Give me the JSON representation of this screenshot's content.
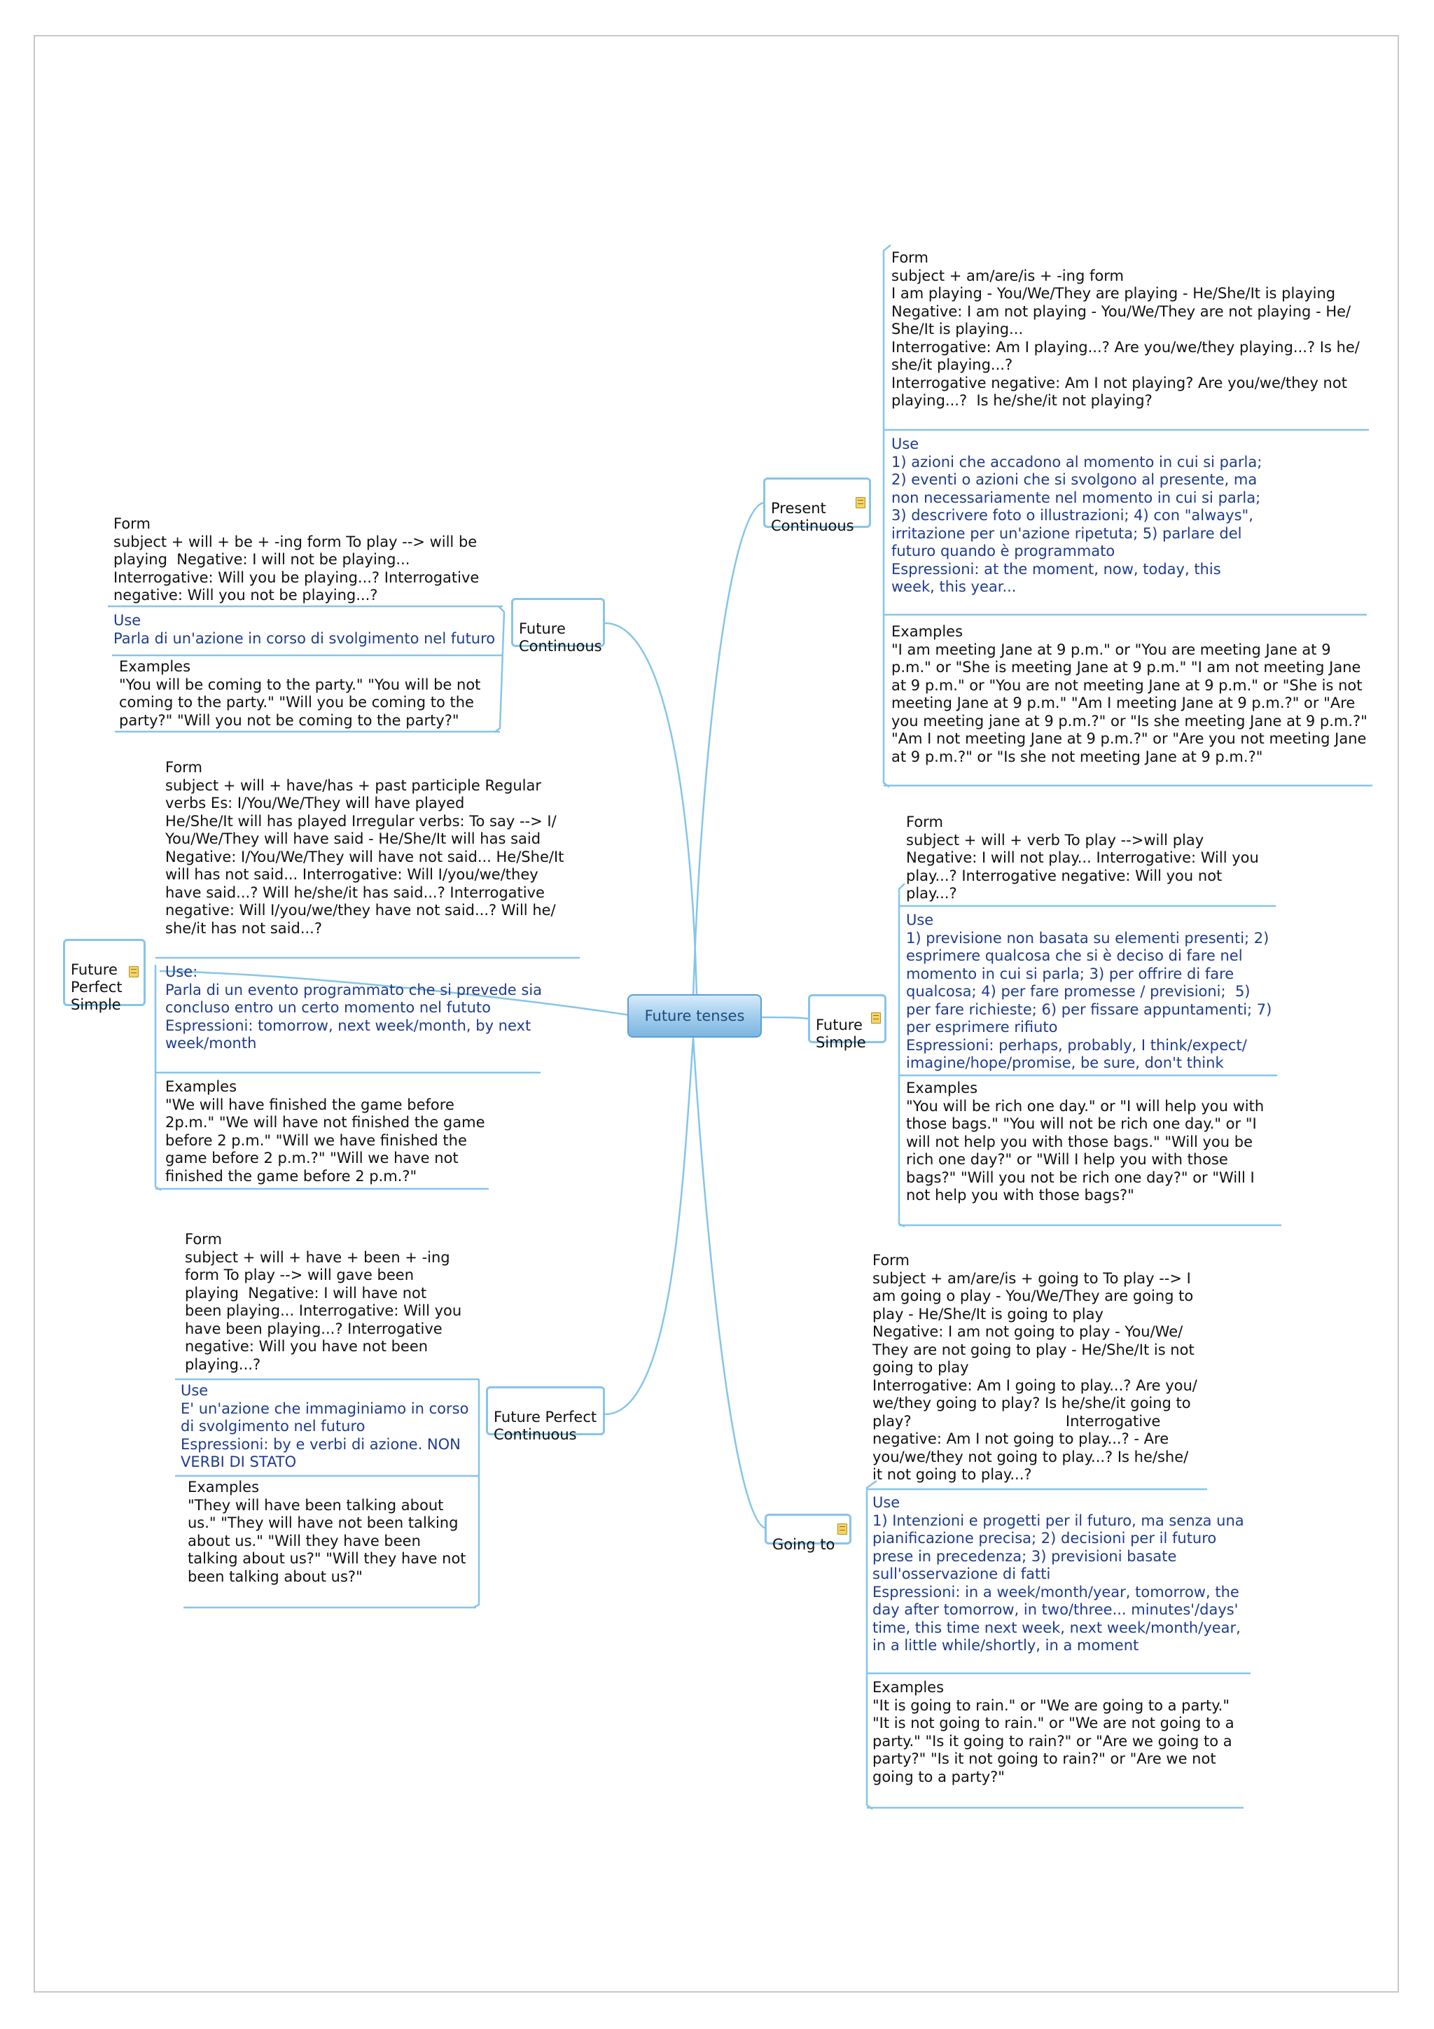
{
  "central": {
    "label": "Future tenses"
  },
  "branches": {
    "present_continuous": {
      "label": "Present\nContinuous",
      "form": "Form\nsubject + am/are/is + -ing form\nI am playing - You/We/They are playing - He/She/It is playing\nNegative: I am not playing - You/We/They are not playing - He/\nShe/It is playing...\nInterrogative: Am I playing...? Are you/we/they playing...? Is he/\nshe/it playing...?\nInterrogative negative: Am I not playing? Are you/we/they not\nplaying...?  Is he/she/it not playing?",
      "use": "Use\n1) azioni che accadono al momento in cui si parla;\n2) eventi o azioni che si svolgono al presente, ma\nnon necessariamente nel momento in cui si parla;\n3) descrivere foto o illustrazioni; 4) con \"always\",\nirritazione per un'azione ripetuta; 5) parlare del\nfuturo quando è programmato\nEspressioni: at the moment, now, today, this\nweek, this year...",
      "examples": "Examples\n\"I am meeting Jane at 9 p.m.\" or \"You are meeting Jane at 9\np.m.\" or \"She is meeting Jane at 9 p.m.\" \"I am not meeting Jane\nat 9 p.m.\" or \"You are not meeting Jane at 9 p.m.\" or \"She is not\nmeeting Jane at 9 p.m.\" \"Am I meeting Jane at 9 p.m.?\" or \"Are\nyou meeting jane at 9 p.m.?\" or \"Is she meeting Jane at 9 p.m.?\"\n\"Am I not meeting Jane at 9 p.m.?\" or \"Are you not meeting Jane\nat 9 p.m.?\" or \"Is she not meeting Jane at 9 p.m.?\""
    },
    "future_simple": {
      "label": "Future\nSimple",
      "form": "Form\nsubject + will + verb To play -->will play\nNegative: I will not play... Interrogative: Will you\nplay...? Interrogative negative: Will you not\nplay...?",
      "use": "Use\n1) previsione non basata su elementi presenti; 2)\nesprimere qualcosa che si è deciso di fare nel\nmomento in cui si parla; 3) per offrire di fare\nqualcosa; 4) per fare promesse / previsioni;  5)\nper fare richieste; 6) per fissare appuntamenti; 7)\nper esprimere rifiuto\nEspressioni: perhaps, probably, I think/expect/\nimagine/hope/promise, be sure, don't think",
      "examples": "Examples\n\"You will be rich one day.\" or \"I will help you with\nthose bags.\" \"You will not be rich one day.\" or \"I\nwill not help you with those bags.\" \"Will you be\nrich one day?\" or \"Will I help you with those\nbags?\" \"Will you not be rich one day?\" or \"Will I\nnot help you with those bags?\""
    },
    "going_to": {
      "label": "Going to",
      "form": "Form\nsubject + am/are/is + going to To play --> I\nam going o play - You/We/They are going to\nplay - He/She/It is going to play\nNegative: I am not going to play - You/We/\nThey are not going to play - He/She/It is not\ngoing to play\nInterrogative: Am I going to play...? Are you/\nwe/they going to play? Is he/she/it going to\nplay?                                 Interrogative\nnegative: Am I not going to play...? - Are\nyou/we/they not going to play...? Is he/she/\nit not going to play...?",
      "use": "Use\n1) Intenzioni e progetti per il futuro, ma senza una\npianificazione precisa; 2) decisioni per il futuro\nprese in precedenza; 3) previsioni basate\nsull'osservazione di fatti\nEspressioni: in a week/month/year, tomorrow, the\nday after tomorrow, in two/three... minutes'/days'\ntime, this time next week, next week/month/year,\nin a little while/shortly, in a moment",
      "examples": "Examples\n\"It is going to rain.\" or \"We are going to a party.\"\n\"It is not going to rain.\" or \"We are not going to a\nparty.\" \"Is it going to rain?\" or \"Are we going to a\nparty?\" \"Is it not going to rain?\" or \"Are we not\ngoing to a party?\""
    },
    "future_continuous": {
      "label": "Future\nContinuous",
      "form": "Form\nsubject + will + be + -ing form To play --> will be\nplaying  Negative: I will not be playing...\nInterrogative: Will you be playing...? Interrogative\nnegative: Will you not be playing...?",
      "use": "Use\nParla di un'azione in corso di svolgimento nel futuro",
      "examples": "Examples\n\"You will be coming to the party.\" \"You will be not\ncoming to the party.\" \"Will you be coming to the\nparty?\" \"Will you not be coming to the party?\""
    },
    "future_perfect_simple": {
      "label": "Future\nPerfect\nSimple",
      "form": "Form\nsubject + will + have/has + past participle Regular\nverbs Es: I/You/We/They will have played\nHe/She/It will has played Irregular verbs: To say --> I/\nYou/We/They will have said - He/She/It will has said\nNegative: I/You/We/They will have not said... He/She/It\nwill has not said... Interrogative: Will I/you/we/they\nhave said...? Will he/she/it has said...? Interrogative\nnegative: Will I/you/we/they have not said...? Will he/\nshe/it has not said...?",
      "use": "Use:\nParla di un evento programmato che si prevede sia\nconcluso entro un certo momento nel fututo\nEspressioni: tomorrow, next week/month, by next\nweek/month",
      "examples": "Examples\n\"We will have finished the game before\n2p.m.\" \"We will have not finished the game\nbefore 2 p.m.\" \"Will we have finished the\ngame before 2 p.m.?\" \"Will we have not\nfinished the game before 2 p.m.?\""
    },
    "future_perfect_continuous": {
      "label": "Future Perfect\nContinuous",
      "form": "Form\nsubject + will + have + been + -ing\nform To play --> will gave been\nplaying  Negative: I will have not\nbeen playing... Interrogative: Will you\nhave been playing...? Interrogative\nnegative: Will you have not been\nplaying...?",
      "use": "Use\nE' un'azione che immaginiamo in corso\ndi svolgimento nel futuro\nEspressioni: by e verbi di azione. NON\nVERBI DI STATO",
      "examples": "Examples\n\"They will have been talking about\nus.\" \"They will have not been talking\nabout us.\" \"Will they have been\ntalking about us?\" \"Will they have not\nbeen talking about us?\""
    }
  }
}
